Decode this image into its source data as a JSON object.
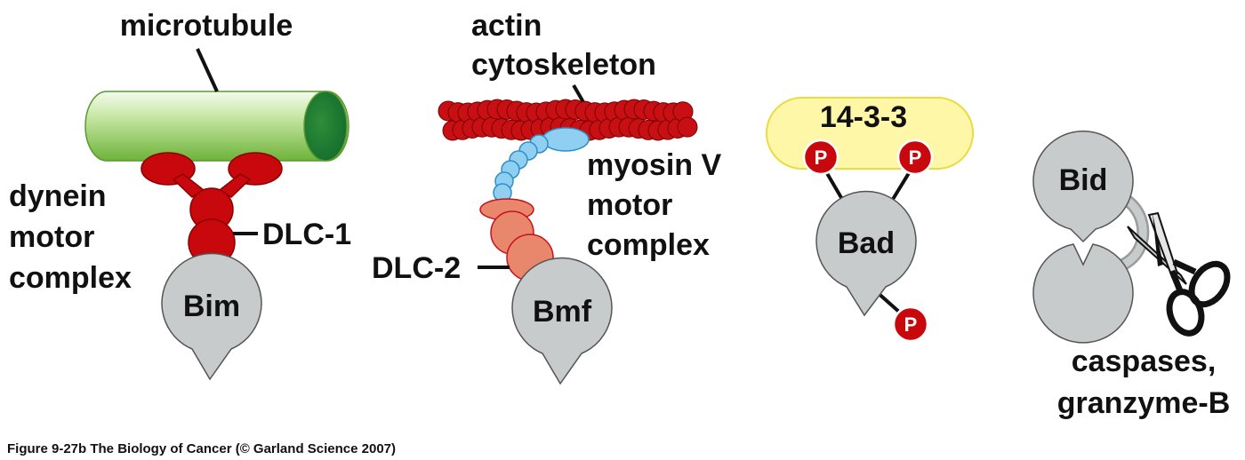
{
  "panels": {
    "bim": {
      "microtubule": "microtubule",
      "dynein_line1": "dynein",
      "dynein_line2": "motor",
      "dynein_line3": "complex",
      "dlc": "DLC-1",
      "protein": "Bim"
    },
    "bmf": {
      "actin_line1": "actin",
      "actin_line2": "cytoskeleton",
      "myosin_line1": "myosin V",
      "myosin_line2": "motor",
      "myosin_line3": "complex",
      "dlc": "DLC-2",
      "protein": "Bmf"
    },
    "bad": {
      "scaffold": "14-3-3",
      "phospho": "P",
      "protein": "Bad"
    },
    "bid": {
      "protein": "Bid",
      "cleaver_line1": "caspases,",
      "cleaver_line2": "granzyme-B"
    }
  },
  "caption": "Figure 9-27b  The Biology of Cancer (© Garland Science 2007)",
  "colors": {
    "protein_fill": "#c8cbcb",
    "dynein_red": "#c8080c",
    "actin_red": "#c81014",
    "myosin_blue": "#8fd0f2",
    "dlc2_salmon": "#e9876c",
    "microtubule_green": "#7dc242",
    "scaffold_yellow": "#fff7a8",
    "phospho_red": "#c8080c"
  }
}
